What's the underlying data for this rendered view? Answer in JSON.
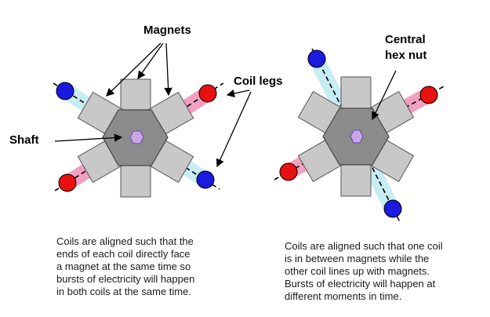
{
  "labels": {
    "magnets": "Magnets",
    "coil_legs": "Coil legs",
    "shaft": "Shaft",
    "central_hex_nut_line1": "Central",
    "central_hex_nut_line2": "hex nut"
  },
  "captions": {
    "left": [
      "Coils are aligned such that the",
      "ends of each coil directly face",
      "a magnet at the same time so",
      "bursts of electricity will happen",
      "in both coils at the same time."
    ],
    "right": [
      "Coils are aligned such that one coil",
      "is in between magnets while the",
      "other coil lines up with magnets.",
      "Bursts of electricity will happen at",
      "different moments in time."
    ]
  },
  "colors": {
    "magnet": "#c8c8c8",
    "hex": "#8c8c8c",
    "shaft": "#c9a6e8",
    "coil_pink": "#f2a0c0",
    "coil_cyan": "#c8ecf4",
    "cap_red": "#e81010",
    "cap_blue": "#1a1ae0"
  }
}
